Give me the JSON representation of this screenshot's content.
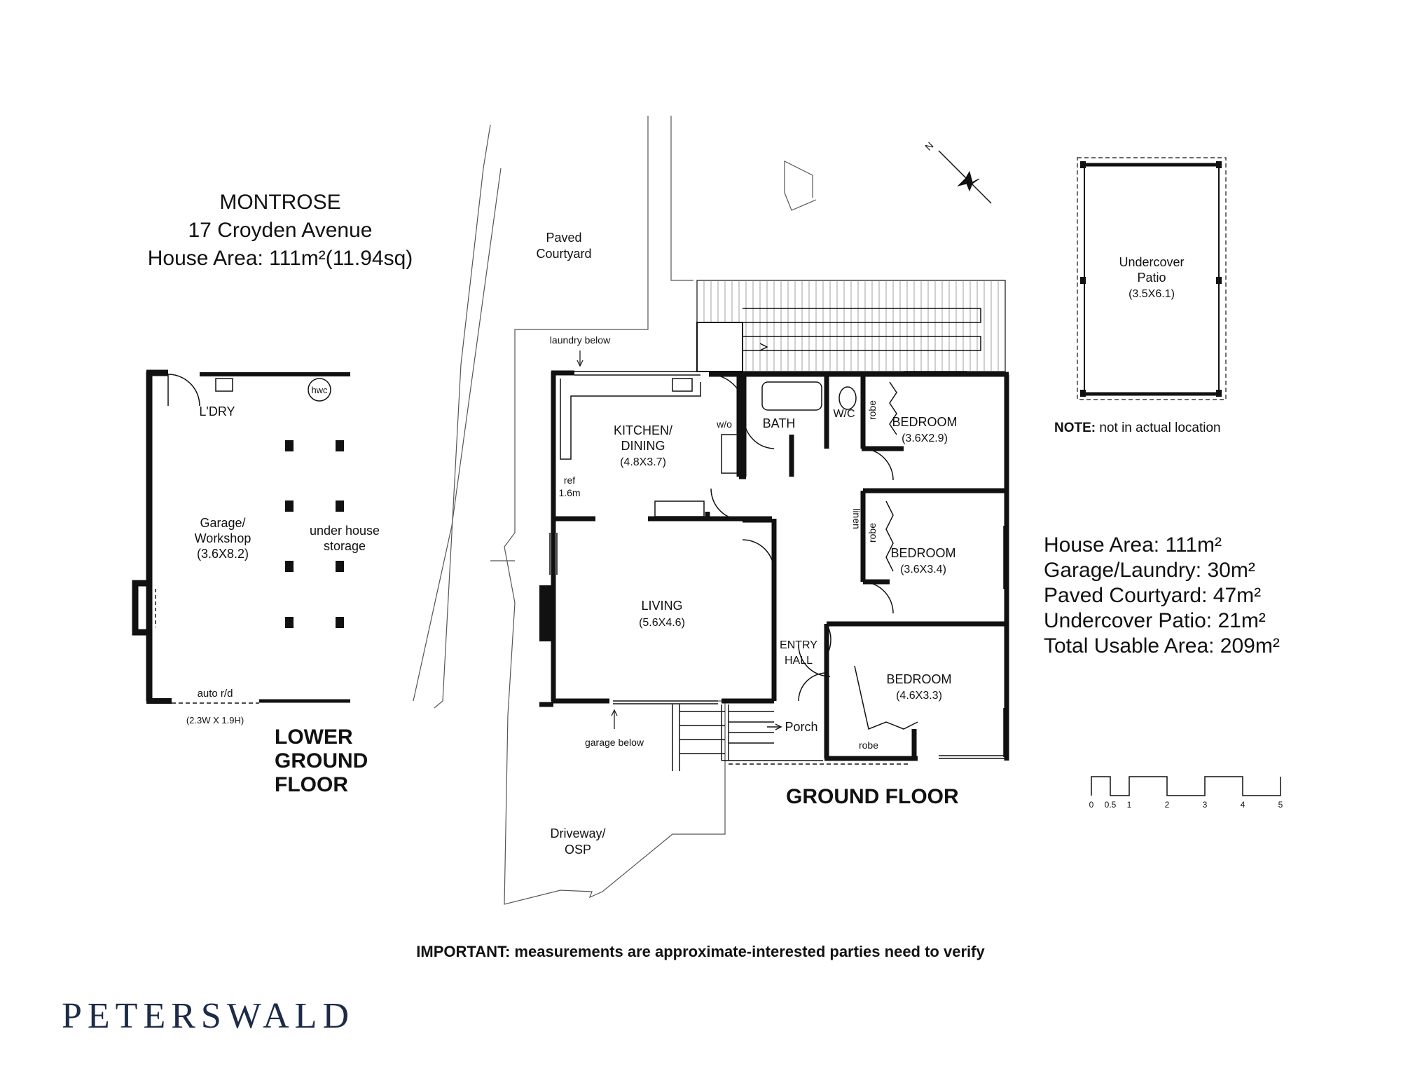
{
  "header": {
    "name": "MONTROSE",
    "address": "17 Croyden Avenue",
    "area_line": "House Area: 111m²(11.94sq)"
  },
  "lower_ground": {
    "label_lines": [
      "LOWER",
      "GROUND",
      "FLOOR"
    ],
    "rooms": {
      "laundry": "L'DRY",
      "hwc": "hwc",
      "garage_name_1": "Garage/",
      "garage_name_2": "Workshop",
      "garage_dims": "(3.6X8.2)",
      "storage_1": "under house",
      "storage_2": "storage",
      "auto_door": "auto r/d",
      "door_size": "(2.3W X 1.9H)"
    }
  },
  "ground": {
    "label": "GROUND FLOOR",
    "rooms": {
      "courtyard_1": "Paved",
      "courtyard_2": "Courtyard",
      "laundry_below": "laundry below",
      "kitchen_1": "KITCHEN/",
      "kitchen_2": "DINING",
      "kitchen_dims": "(4.8X3.7)",
      "ref_1": "ref",
      "ref_2": "1.6m",
      "wo": "w/o",
      "bath": "BATH",
      "wc": "W/C",
      "robe": "robe",
      "linen": "linen",
      "bed": "BEDROOM",
      "bed1_dims": "(3.6X2.9)",
      "bed2_dims": "(3.6X3.4)",
      "bed3_dims": "(4.6X3.3)",
      "living": "LIVING",
      "living_dims": "(5.6X4.6)",
      "entry_1": "ENTRY",
      "entry_2": "HALL",
      "porch": "Porch",
      "garage_below": "garage below",
      "driveway_1": "Driveway/",
      "driveway_2": "OSP",
      "patio_1": "Undercover",
      "patio_2": "Patio",
      "patio_dims": "(3.5X6.1)"
    }
  },
  "compass": {
    "north": "N"
  },
  "note": {
    "bold": "NOTE:",
    "text": " not in actual location"
  },
  "stats": [
    "House Area: 111m²",
    "Garage/Laundry: 30m²",
    "Paved Courtyard: 47m²",
    "Undercover Patio: 21m²",
    "Total Usable Area: 209m²"
  ],
  "scale_bar": {
    "ticks": [
      "0",
      "0.5",
      "1",
      "2",
      "3",
      "4",
      "5"
    ]
  },
  "footer": {
    "important": "IMPORTANT: measurements are approximate-interested parties need to verify",
    "brand": "PETERSWALD"
  }
}
